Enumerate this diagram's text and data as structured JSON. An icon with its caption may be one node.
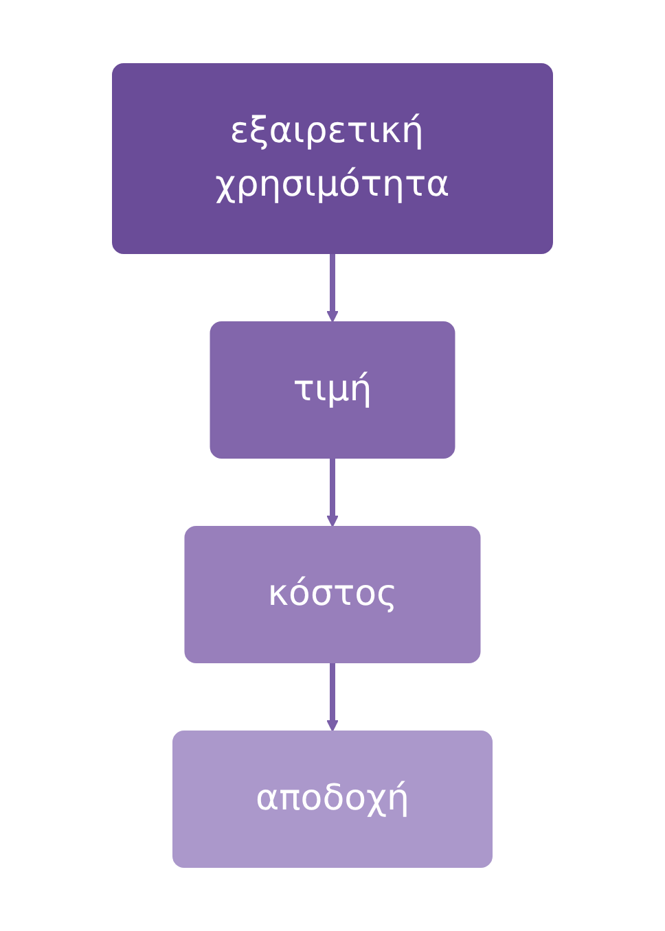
{
  "diagram": {
    "nodes": [
      {
        "text": [
          "εξαιρετική χρησιμότητα"
        ]
      },
      {
        "text": [
          "τιμή"
        ]
      },
      {
        "text": [
          "κόστος"
        ]
      },
      {
        "text": [
          "αποδοχή"
        ]
      }
    ],
    "edges": [
      {
        "from": 0,
        "to": 1,
        "arrow": "to"
      },
      {
        "from": 1,
        "to": 2,
        "arrow": "to"
      },
      {
        "from": 2,
        "to": 3,
        "arrow": "to"
      }
    ]
  }
}
